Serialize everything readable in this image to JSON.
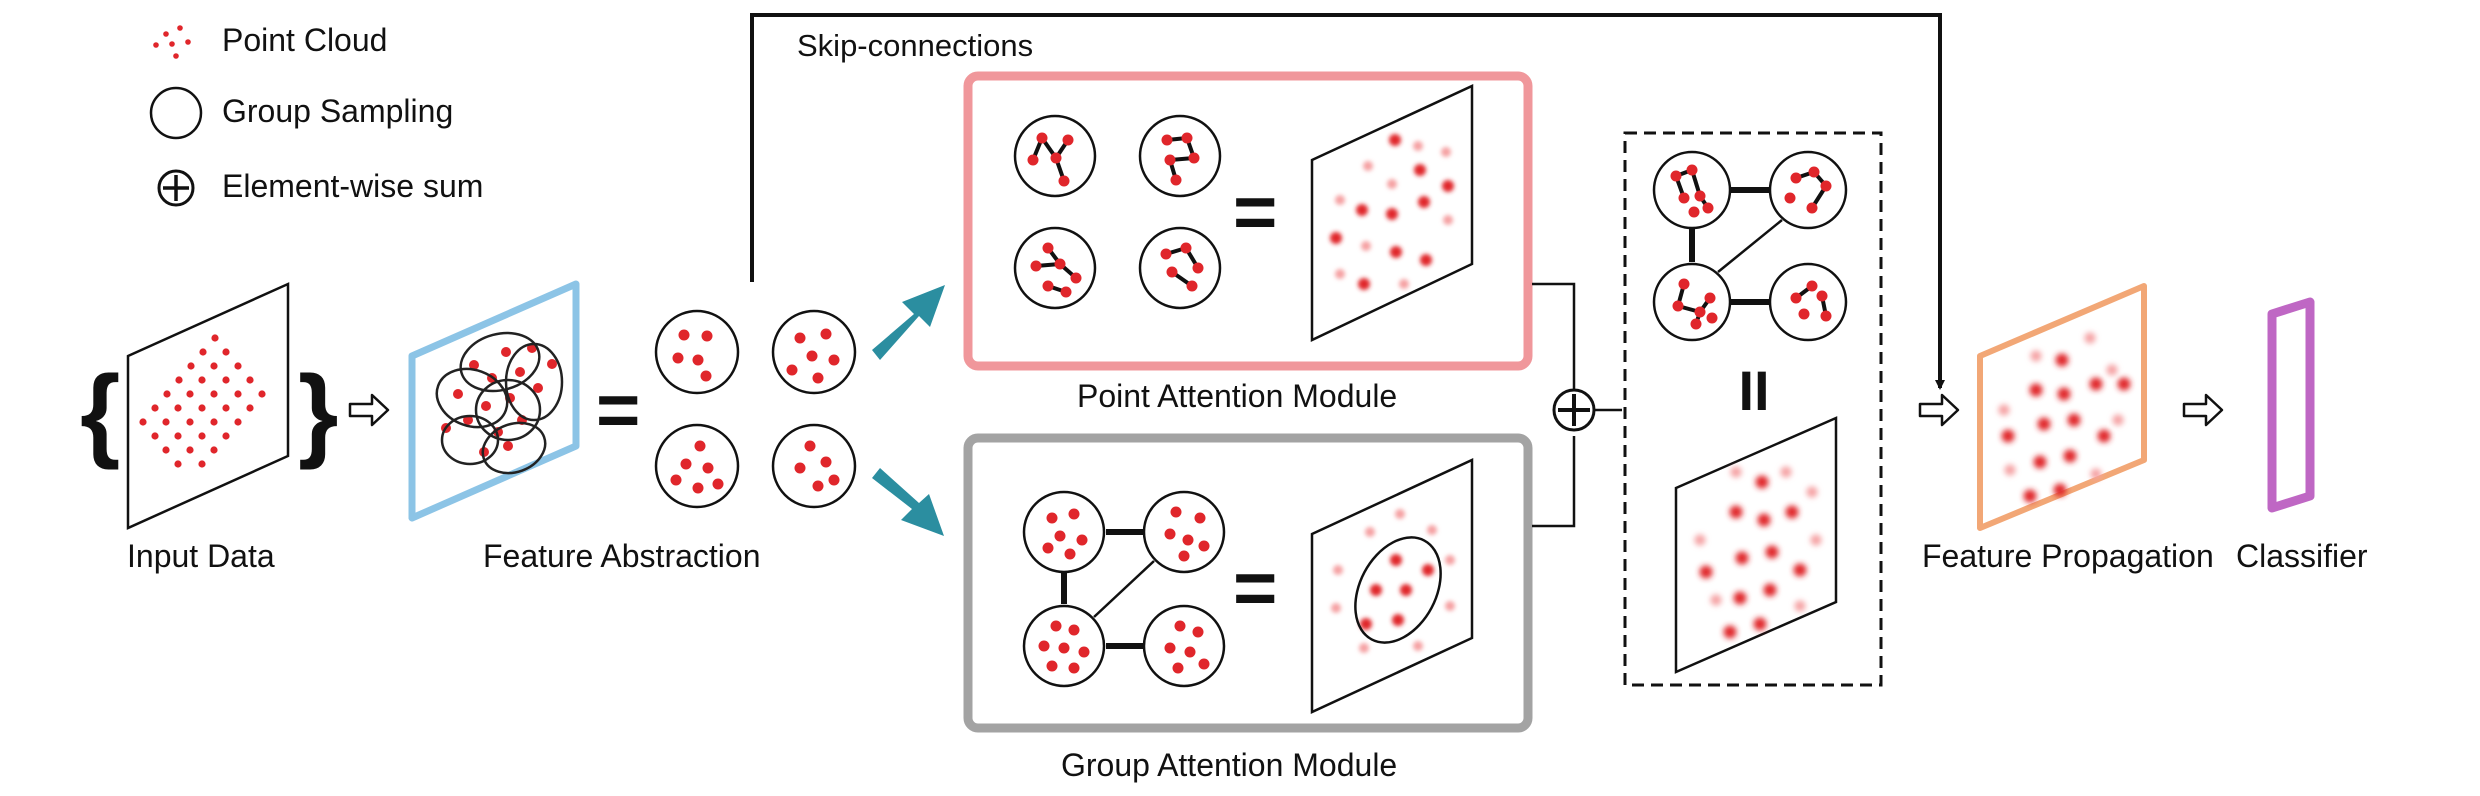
{
  "legend": {
    "point_cloud": "Point Cloud",
    "group_sampling": "Group Sampling",
    "element_wise_sum": "Element-wise sum"
  },
  "labels": {
    "skip": "Skip-connections",
    "input": "Input Data",
    "abstraction": "Feature Abstraction",
    "point_attention": "Point Attention Module",
    "group_attention": "Group Attention Module",
    "propagation": "Feature Propagation",
    "classifier": "Classifier"
  },
  "symbols": {
    "equals": "=",
    "vertical_equals": "II",
    "sum": "⊕",
    "brace_open": "{",
    "brace_close": "}"
  },
  "colors": {
    "point_red": "#e0262b",
    "abstraction_blue": "#8cc4e6",
    "point_attention_pink": "#f0979b",
    "group_attention_gray": "#a3a3a3",
    "propagation_orange": "#f2a776",
    "classifier_purple": "#bf67c4",
    "arrow_teal": "#2b8ea0"
  },
  "icons": [
    "point-cloud-icon",
    "group-sampling-icon",
    "element-wise-sum-icon",
    "hollow-arrow-icon",
    "teal-arrow-icon"
  ]
}
